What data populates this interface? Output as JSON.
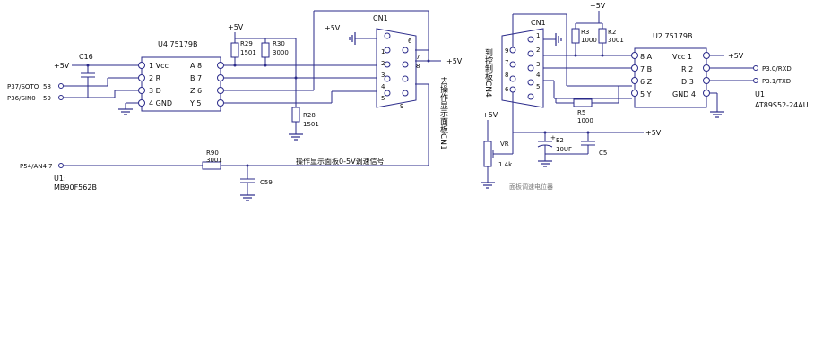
{
  "u4": {
    "title": "U4  75179B",
    "pins_left": [
      "1 Vcc",
      "2 R",
      "3 D",
      "4 GND"
    ],
    "pins_right": [
      "A 8",
      "B 7",
      "Z 6",
      "Y 5"
    ]
  },
  "u2": {
    "title": "U2  75179B",
    "pins_left": [
      "8 A",
      "7 B",
      "6 Z",
      "5 Y"
    ],
    "pins_right": [
      "Vcc  1",
      "R  2",
      "D  3",
      "GND  4"
    ]
  },
  "cn1_left": {
    "title": "CN1",
    "pins": [
      "1",
      "2",
      "3",
      "4",
      "5",
      "6",
      "7",
      "8",
      "9"
    ]
  },
  "cn1_right": {
    "title": "CN1",
    "pins": [
      "1",
      "2",
      "3",
      "4",
      "5",
      "6",
      "7",
      "8",
      "9"
    ]
  },
  "supply": {
    "plus5": "+5V"
  },
  "parts": {
    "c16": "C16",
    "r29": "R29",
    "r29_val": "1501",
    "r30": "R30",
    "r30_val": "3000",
    "r28": "R28",
    "r28_val": "1501",
    "r90": "R90",
    "r90_val": "3001",
    "c59": "C59",
    "r3": "R3",
    "r3_val": "1000",
    "r2": "R2",
    "r2_val": "3001",
    "r5": "R5",
    "r5_val": "1000",
    "e2": "E2",
    "e2_val": "10UF",
    "c5": "C5",
    "vr": "VR",
    "vr_val": "1.4k"
  },
  "nets": {
    "p37": "P37/SOTO",
    "p37_pin": "58",
    "p36": "P36/SIN0",
    "p36_pin": "59",
    "p54": "P54/AN4",
    "p54_pin": "7",
    "p30": "P3.0/RXD",
    "p31": "P3.1/TXD"
  },
  "labels": {
    "u1_left": "U1:",
    "mcu_left": "MB90F562B",
    "u1_right": "U1",
    "mcu_right": "AT89S52-24AU",
    "to_panel": "去操作显示面板CN1",
    "speed_signal": "操作显示面板0-5V调速信号",
    "from_ctrl": "到控制板CN4",
    "pot_note": "面板调速电位器"
  }
}
